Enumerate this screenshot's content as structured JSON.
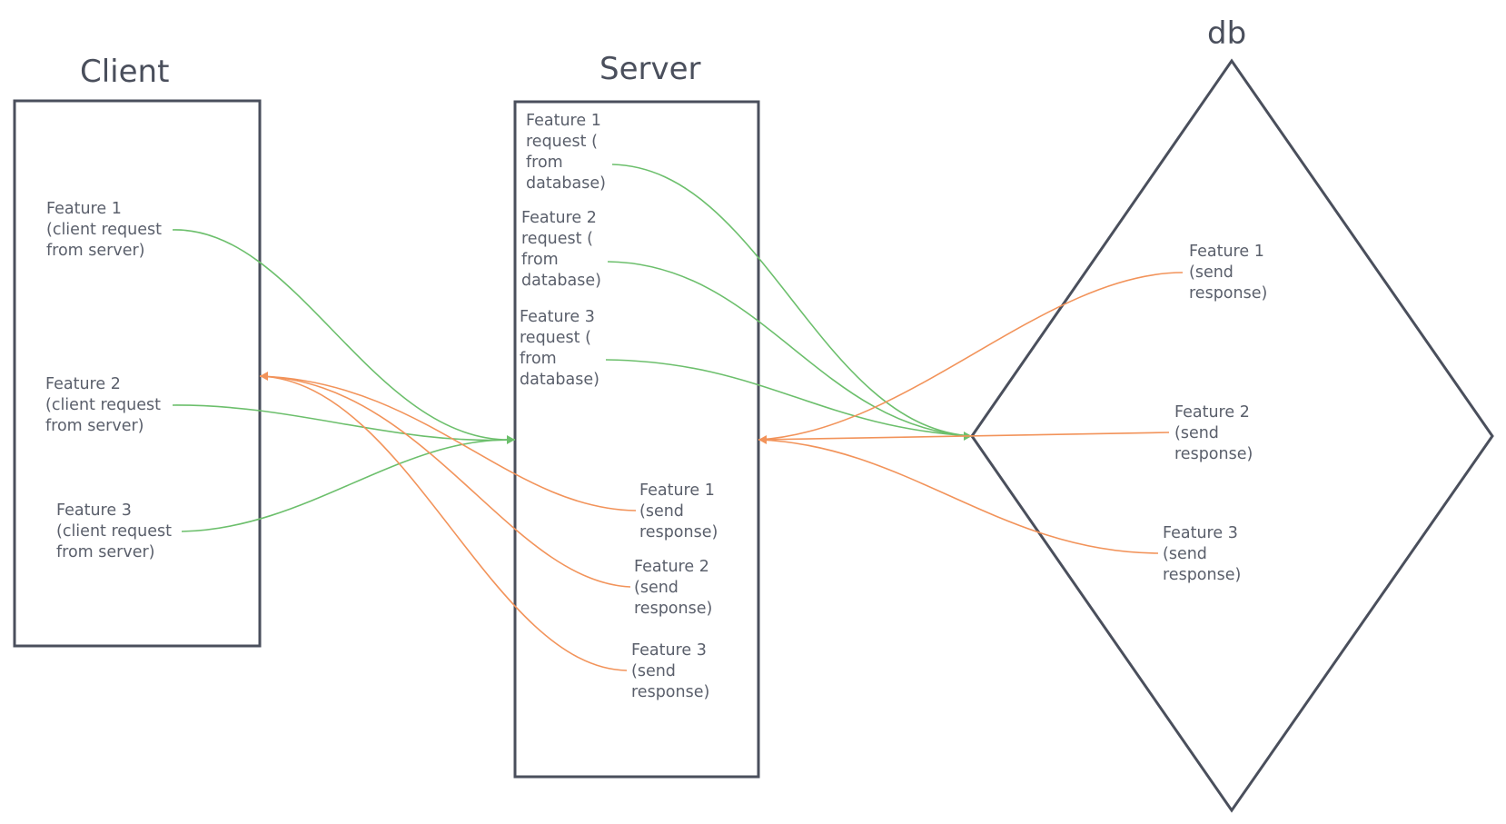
{
  "colors": {
    "request_line": "#6cbf6c",
    "response_line": "#f2935a",
    "shape_stroke": "#4a4f5c",
    "text": "#5a5f6b"
  },
  "client": {
    "title": "Client",
    "requests": [
      [
        "Feature 1",
        "(client request",
        "from server)"
      ],
      [
        "Feature 2",
        "(client request",
        "from server)"
      ],
      [
        "Feature 3",
        "(client request",
        "from server)"
      ]
    ]
  },
  "server": {
    "title": "Server",
    "db_requests": [
      [
        "Feature 1",
        "request (",
        "from",
        "database)"
      ],
      [
        "Feature 2",
        "request (",
        "from",
        "database)"
      ],
      [
        "Feature 3",
        "request (",
        "from",
        "database)"
      ]
    ],
    "responses": [
      [
        "Feature 1",
        "(send",
        "response)"
      ],
      [
        "Feature 2",
        "(send",
        "response)"
      ],
      [
        "Feature 3",
        "(send",
        "response)"
      ]
    ]
  },
  "db": {
    "title": "db",
    "responses": [
      [
        "Feature 1",
        "(send",
        "response)"
      ],
      [
        "Feature 2",
        "(send",
        "response)"
      ],
      [
        "Feature 3",
        "(send",
        "response)"
      ]
    ]
  }
}
